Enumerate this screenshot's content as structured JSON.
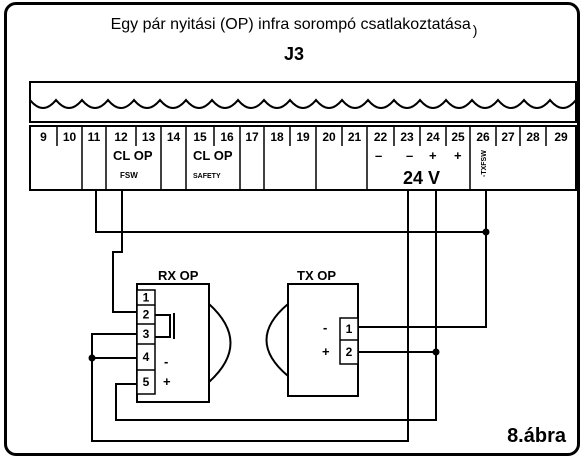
{
  "title": "Egy pár nyitási (OP) infra sorompó csatlakoztatása",
  "title_paren": ")",
  "connector": "J3",
  "terminals": [
    "9",
    "10",
    "11",
    "12",
    "13",
    "14",
    "15",
    "16",
    "17",
    "18",
    "19",
    "20",
    "21",
    "22",
    "23",
    "24",
    "25",
    "26",
    "27",
    "28",
    "29"
  ],
  "labels": {
    "cl_op_fsw": "CL OP",
    "fsw": "FSW",
    "cl_op_safety": "CL OP",
    "safety": "SAFETY",
    "sign_22": "–",
    "sign_23": "–",
    "sign_24": "+",
    "sign_25": "+",
    "voltage": "24 V",
    "txfsw": "-TXFSW"
  },
  "rx": {
    "title": "RX OP",
    "pins": [
      "1",
      "2",
      "3",
      "4",
      "5"
    ],
    "minus": "-",
    "plus": "+"
  },
  "tx": {
    "title": "TX OP",
    "pins": [
      "1",
      "2"
    ],
    "minus": "-",
    "plus": "+"
  },
  "figure_label": "8.ábra"
}
